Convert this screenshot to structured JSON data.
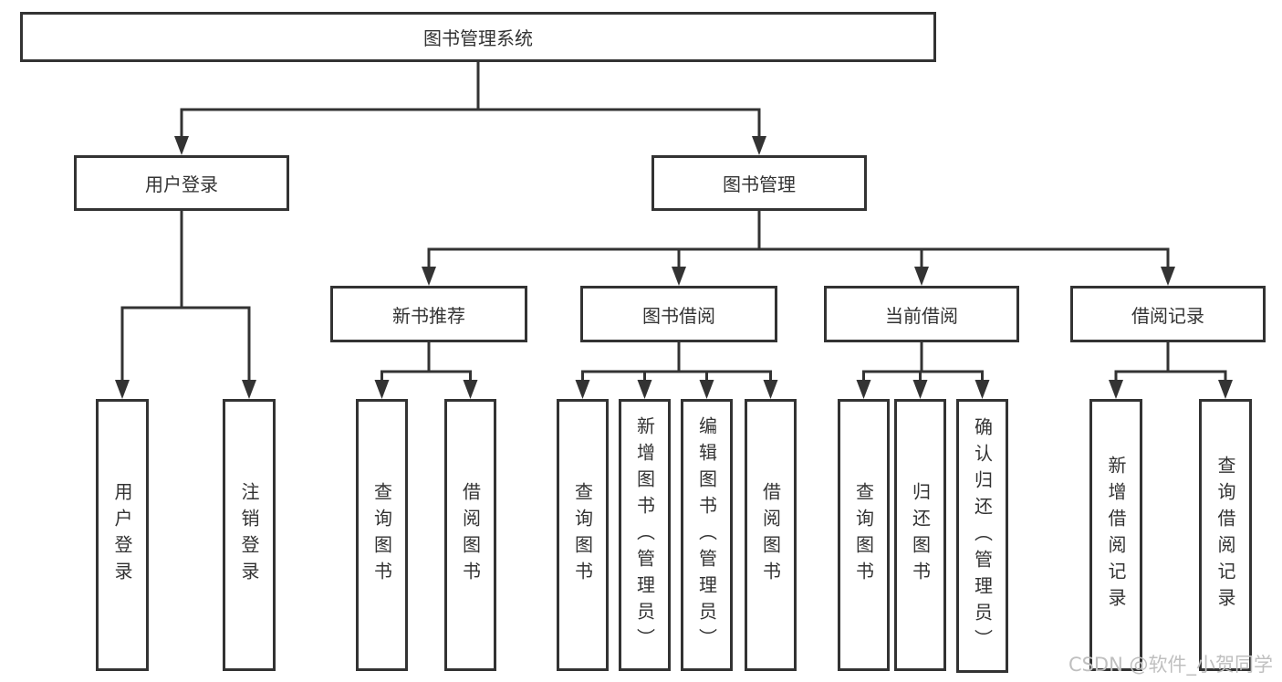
{
  "tree": {
    "label": "图书管理系统",
    "children": [
      {
        "label": "用户登录",
        "children": [
          {
            "label": "用户登录"
          },
          {
            "label": "注销登录"
          }
        ]
      },
      {
        "label": "图书管理",
        "children": [
          {
            "label": "新书推荐",
            "children": [
              {
                "label": "查询图书"
              },
              {
                "label": "借阅图书"
              }
            ]
          },
          {
            "label": "图书借阅",
            "children": [
              {
                "label": "查询图书"
              },
              {
                "label": "新增图书（管理员）"
              },
              {
                "label": "编辑图书（管理员）"
              },
              {
                "label": "借阅图书"
              }
            ]
          },
          {
            "label": "当前借阅",
            "children": [
              {
                "label": "查询图书"
              },
              {
                "label": "归还图书"
              },
              {
                "label": "确认归还（管理员）"
              }
            ]
          },
          {
            "label": "借阅记录",
            "children": [
              {
                "label": "新增借阅记录"
              },
              {
                "label": "查询借阅记录"
              }
            ]
          }
        ]
      }
    ]
  },
  "watermark": {
    "text": "CSDN @软件_小贺同学",
    "color": "#bfbfbf"
  },
  "colors": {
    "line": "#333333",
    "box_border": "#333333",
    "text": "#333333",
    "background": "#ffffff"
  }
}
